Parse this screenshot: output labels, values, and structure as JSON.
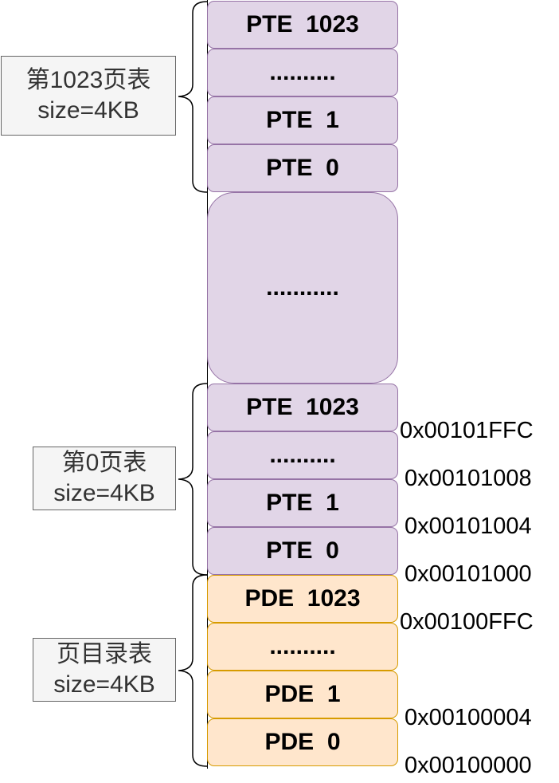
{
  "page_table_1023": {
    "title": "第1023页表",
    "size": "size=4KB",
    "entries": [
      "PTE  1023",
      "..........",
      "PTE  1",
      "PTE  0"
    ]
  },
  "gap_label": "...........",
  "page_table_0": {
    "title": "第0页表",
    "size": "size=4KB",
    "entries": [
      "PTE  1023",
      "..........",
      "PTE  1",
      "PTE  0"
    ]
  },
  "page_directory": {
    "title": "页目录表",
    "size": "size=4KB",
    "entries": [
      "PDE  1023",
      "..........",
      "PDE  1",
      "PDE  0"
    ]
  },
  "addresses": [
    "0x00101FFC",
    "0x00101008",
    "0x00101004",
    "0x00101000",
    "0x00100FFC",
    "0x00100004",
    "0x00100000"
  ],
  "colors": {
    "pte_fill": "#e1d5e7",
    "pte_border": "#9673a6",
    "pde_fill": "#ffe6cc",
    "pde_border": "#d79b00",
    "label_fill": "#f5f5f5",
    "label_border": "#666666"
  }
}
